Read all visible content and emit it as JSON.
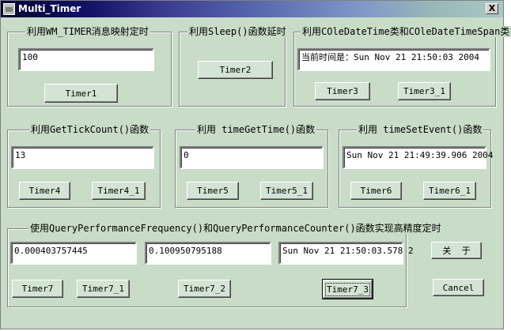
{
  "window": {
    "title": "Multi_Timer",
    "close_glyph": "X"
  },
  "group1": {
    "label": "利用WM_TIMER消息映射定时",
    "field": "100",
    "btn1": "Timer1"
  },
  "group2": {
    "label": "利用Sleep()函数延时",
    "btn1": "Timer2"
  },
  "group3": {
    "label": "利用COleDateTime类和COleDateTimeSpan类",
    "field": "当前时间是：Sun Nov 21 21:50:03 2004",
    "btn1": "Timer3",
    "btn2": "Timer3_1"
  },
  "group4": {
    "label": "利用GetTickCount()函数",
    "field": "13",
    "btn1": "Timer4",
    "btn2": "Timer4_1"
  },
  "group5": {
    "label": "利用 timeGetTime()函数",
    "field": "0",
    "btn1": "Timer5",
    "btn2": "Timer5_1"
  },
  "group6": {
    "label": "利用 timeSetEvent()函数",
    "field": "Sun Nov 21 21:49:39.906 2004",
    "btn1": "Timer6",
    "btn2": "Timer6_1"
  },
  "group7": {
    "label": "使用QueryPerformanceFrequency()和QueryPerformanceCounter()函数实现高精度定时",
    "field1": "0.000403757445",
    "field2": "0.100950795188",
    "field3": "Sun Nov 21 21:50:03.578 2",
    "btn1": "Timer7",
    "btn2": "Timer7_1",
    "btn3": "Timer7_2",
    "btn4": "Timer7_3"
  },
  "side": {
    "about": "关  于",
    "cancel": "Cancel"
  }
}
